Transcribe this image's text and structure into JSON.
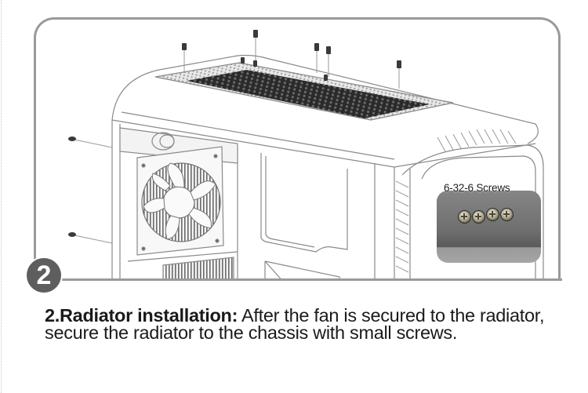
{
  "step": {
    "number": "2",
    "title": "2.Radiator installation:",
    "description": " After the fan is secured to the radiator, secure the radiator to the chassis with small screws."
  },
  "callout": {
    "label": "6-32-6 Screws",
    "screw_count": 4
  },
  "illustration": {
    "subject": "PC chassis with radiator and fan mounted on rear panel",
    "top_screws": 7,
    "side_screws": 2
  },
  "colors": {
    "frame": "#9a9a9a",
    "badge": "#5e5e5e",
    "line_art": "#8a8a8a",
    "text": "#1a1a1a"
  }
}
